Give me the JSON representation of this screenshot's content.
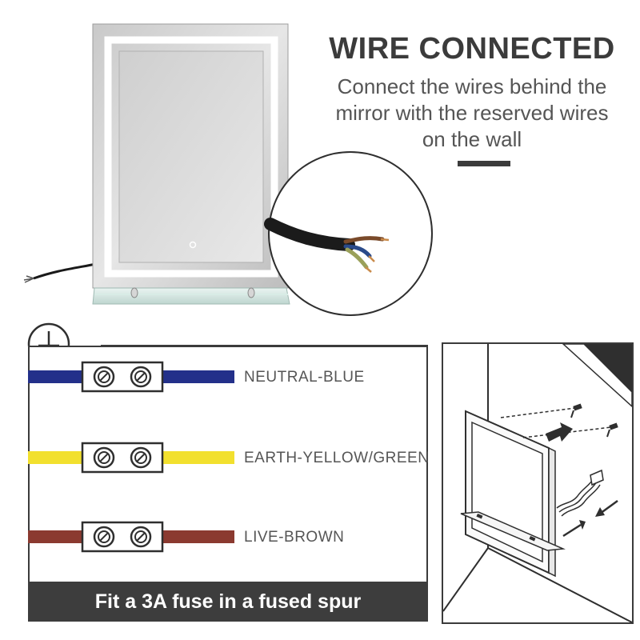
{
  "header": {
    "title": "WIRE CONNECTED",
    "subtitle_lines": [
      "Connect the wires behind the",
      "mirror with the reserved wires",
      "on the wall"
    ]
  },
  "wiring": {
    "wires": [
      {
        "label": "NEUTRAL-BLUE",
        "color": "#23308a"
      },
      {
        "label": "EARTH-YELLOW/GREEN",
        "color": "#f2e02e"
      },
      {
        "label": "LIVE-BROWN",
        "color": "#8b3a30"
      }
    ],
    "footer": "Fit a 3A fuse in a fused spur"
  },
  "icons": {
    "earth": "earth-ground-icon",
    "screw": "screw-terminal-icon",
    "touch": "touch-button-icon",
    "arrow": "arrow-icon"
  }
}
